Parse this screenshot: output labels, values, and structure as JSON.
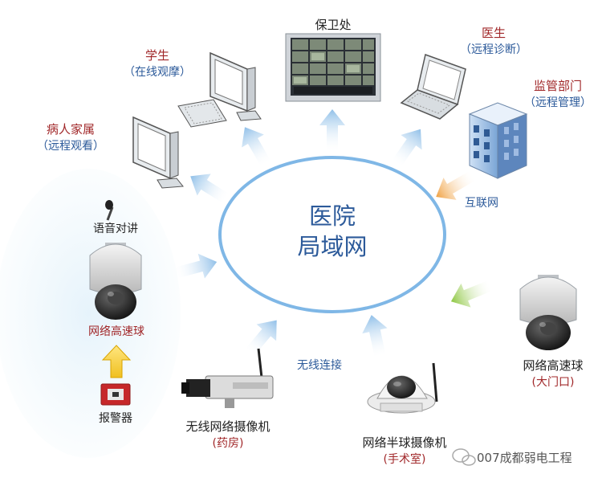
{
  "hub": {
    "line1": "医院",
    "line2": "局域网"
  },
  "nodes": {
    "security": {
      "title": "保卫处"
    },
    "student": {
      "title": "学生",
      "subtitle": "（在线观摩）"
    },
    "family": {
      "title": "病人家属",
      "subtitle": "（远程观看）"
    },
    "doctor": {
      "title": "医生",
      "subtitle": "（远程诊断）"
    },
    "supervisor": {
      "title": "监管部门",
      "subtitle": "（远程管理）"
    },
    "internet": {
      "title": "互联网"
    },
    "intercom": {
      "title": "语音对讲"
    },
    "dome_left": {
      "title": "网络高速球"
    },
    "alarm": {
      "title": "报警器"
    },
    "wireless_cam": {
      "title": "无线网络摄像机",
      "subtitle": "(药房)"
    },
    "wireless_link": {
      "title": "无线连接"
    },
    "half_dome": {
      "title": "网络半球摄像机",
      "subtitle": "(手术室)"
    },
    "dome_right": {
      "title": "网络高速球",
      "subtitle": "(大门口)"
    }
  },
  "watermark": {
    "text": "007成都弱电工程"
  }
}
